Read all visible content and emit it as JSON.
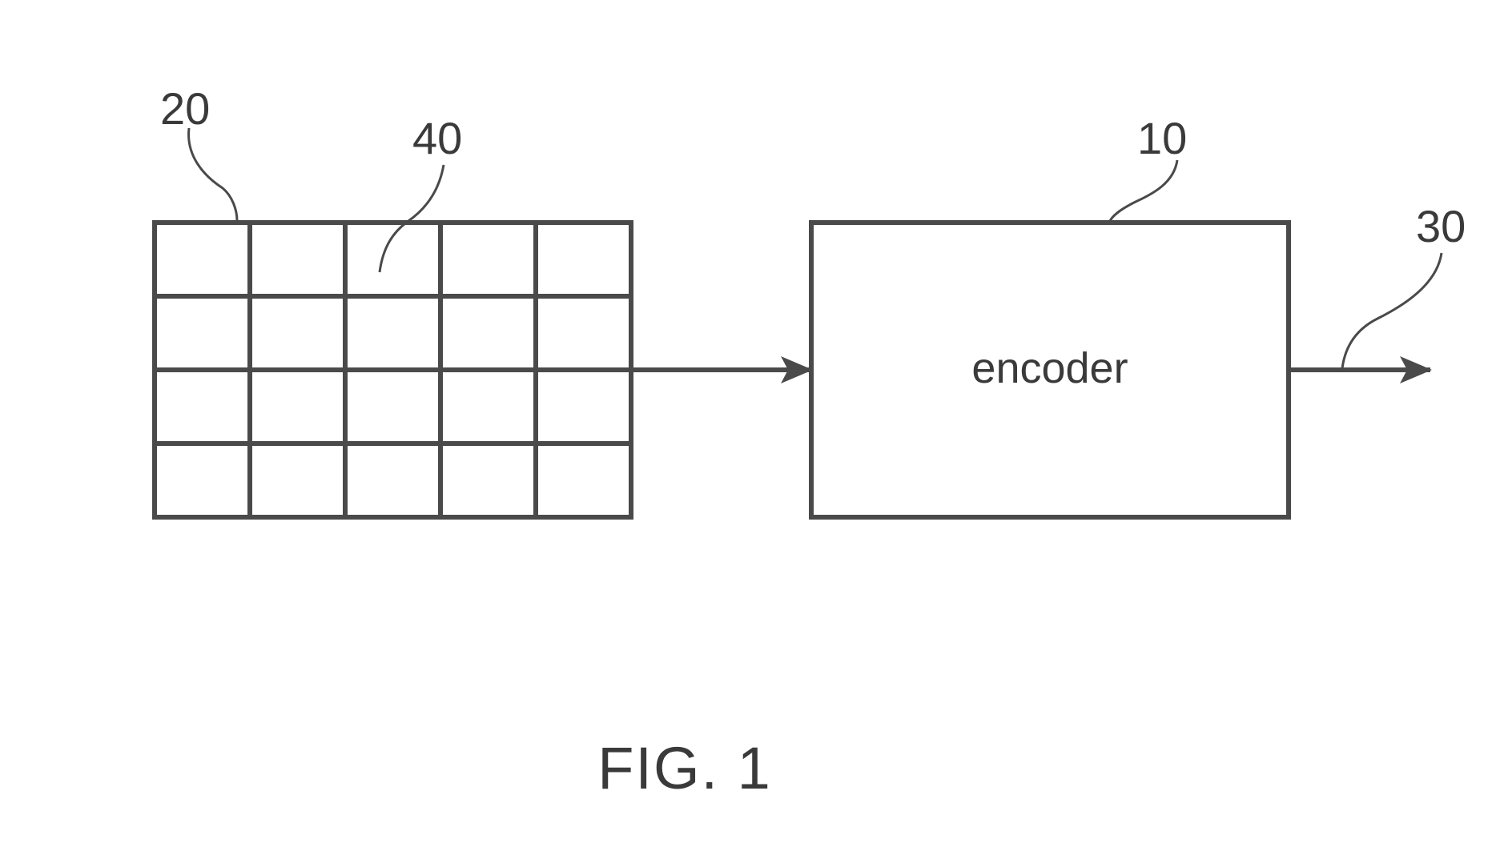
{
  "diagram": {
    "reference_numerals": {
      "picture": "20",
      "block": "40",
      "encoder": "10",
      "data_stream": "30"
    },
    "encoder_label": "encoder",
    "caption": "FIG. 1",
    "grid": {
      "rows": 4,
      "columns": 5
    },
    "colors": {
      "line": "#4a4a4a",
      "text": "#3a3a3a",
      "background": "#ffffff"
    }
  }
}
